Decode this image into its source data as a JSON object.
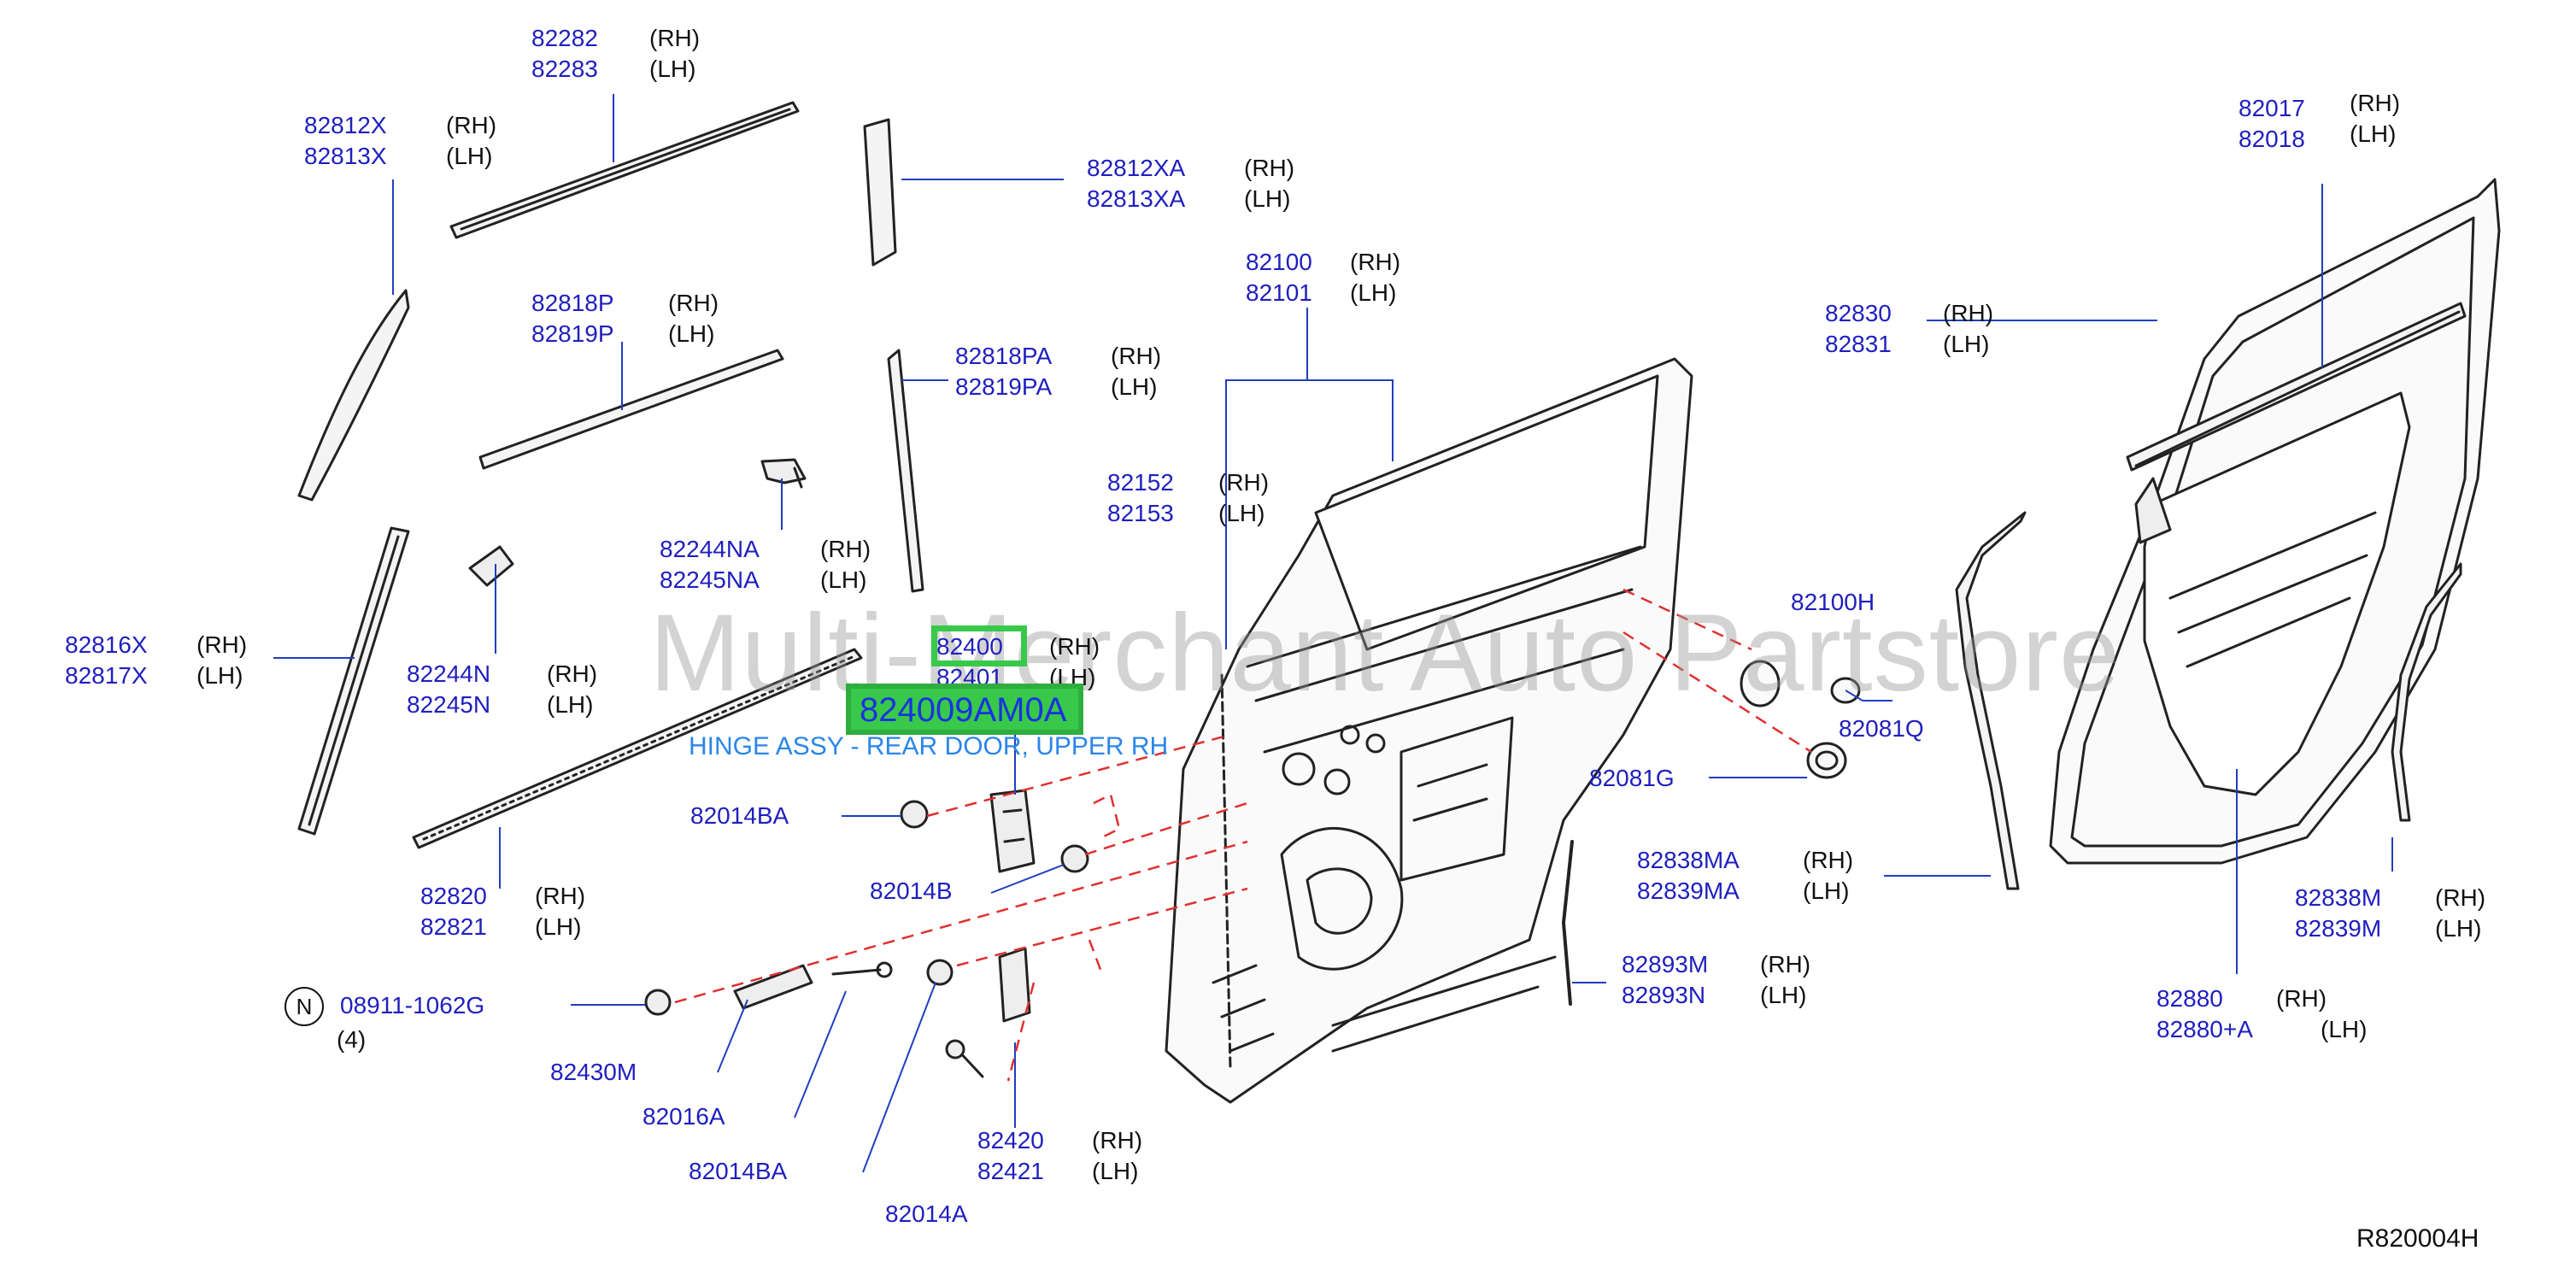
{
  "watermark": "Multi-Merchant Auto Partstore",
  "diagram_ref": "R820004H",
  "highlight": {
    "part_number": "824009AM0A",
    "description": "HINGE ASSY - REAR DOOR, UPPER RH",
    "boxed_label": "82400"
  },
  "callouts": {
    "c82282": {
      "pn": [
        "82282",
        "82283"
      ],
      "side": [
        "(RH)",
        "(LH)"
      ]
    },
    "c82812X": {
      "pn": [
        "82812X",
        "82813X"
      ],
      "side": [
        "(RH)",
        "(LH)"
      ]
    },
    "c82812XA": {
      "pn": [
        "82812XA",
        "82813XA"
      ],
      "side": [
        "(RH)",
        "(LH)"
      ]
    },
    "c82818P": {
      "pn": [
        "82818P",
        "82819P"
      ],
      "side": [
        "(RH)",
        "(LH)"
      ]
    },
    "c82818PA": {
      "pn": [
        "82818PA",
        "82819PA"
      ],
      "side": [
        "(RH)",
        "(LH)"
      ]
    },
    "c82100": {
      "pn": [
        "82100",
        "82101"
      ],
      "side": [
        "(RH)",
        "(LH)"
      ]
    },
    "c82152": {
      "pn": [
        "82152",
        "82153"
      ],
      "side": [
        "(RH)",
        "(LH)"
      ]
    },
    "c82244NA": {
      "pn": [
        "82244NA",
        "82245NA"
      ],
      "side": [
        "(RH)",
        "(LH)"
      ]
    },
    "c82816X": {
      "pn": [
        "82816X",
        "82817X"
      ],
      "side": [
        "(RH)",
        "(LH)"
      ]
    },
    "c82244N": {
      "pn": [
        "82244N",
        "82245N"
      ],
      "side": [
        "(RH)",
        "(LH)"
      ]
    },
    "c82400": {
      "pn": [
        "82400",
        "82401"
      ],
      "side": [
        "(RH)",
        "(LH)"
      ]
    },
    "c82820": {
      "pn": [
        "82820",
        "82821"
      ],
      "side": [
        "(RH)",
        "(LH)"
      ]
    },
    "c82017": {
      "pn": [
        "82017",
        "82018"
      ],
      "side": [
        "(RH)",
        "(LH)"
      ]
    },
    "c82830": {
      "pn": [
        "82830",
        "82831"
      ],
      "side": [
        "(RH)",
        "(LH)"
      ]
    },
    "c82838MA": {
      "pn": [
        "82838MA",
        "82839MA"
      ],
      "side": [
        "(RH)",
        "(LH)"
      ]
    },
    "c82893M": {
      "pn": [
        "82893M",
        "82893N"
      ],
      "side": [
        "(RH)",
        "(LH)"
      ]
    },
    "c82838M": {
      "pn": [
        "82838M",
        "82839M"
      ],
      "side": [
        "(RH)",
        "(LH)"
      ]
    },
    "c82880": {
      "pn": [
        "82880",
        "82880+A"
      ],
      "side": [
        "(RH)",
        "(LH)"
      ]
    },
    "c82420": {
      "pn": [
        "82420",
        "82421"
      ],
      "side": [
        "(RH)",
        "(LH)"
      ]
    }
  },
  "singles": {
    "s82100H": "82100H",
    "s82081Q": "82081Q",
    "s82081G": "82081G",
    "s82014BA_top": "82014BA",
    "s82014B": "82014B",
    "s08911": "08911-1062G",
    "s08911_qty": "(4)",
    "s08911_circle": "N",
    "s82430M": "82430M",
    "s82016A": "82016A",
    "s82014BA_bottom": "82014BA",
    "s82014A": "82014A"
  }
}
